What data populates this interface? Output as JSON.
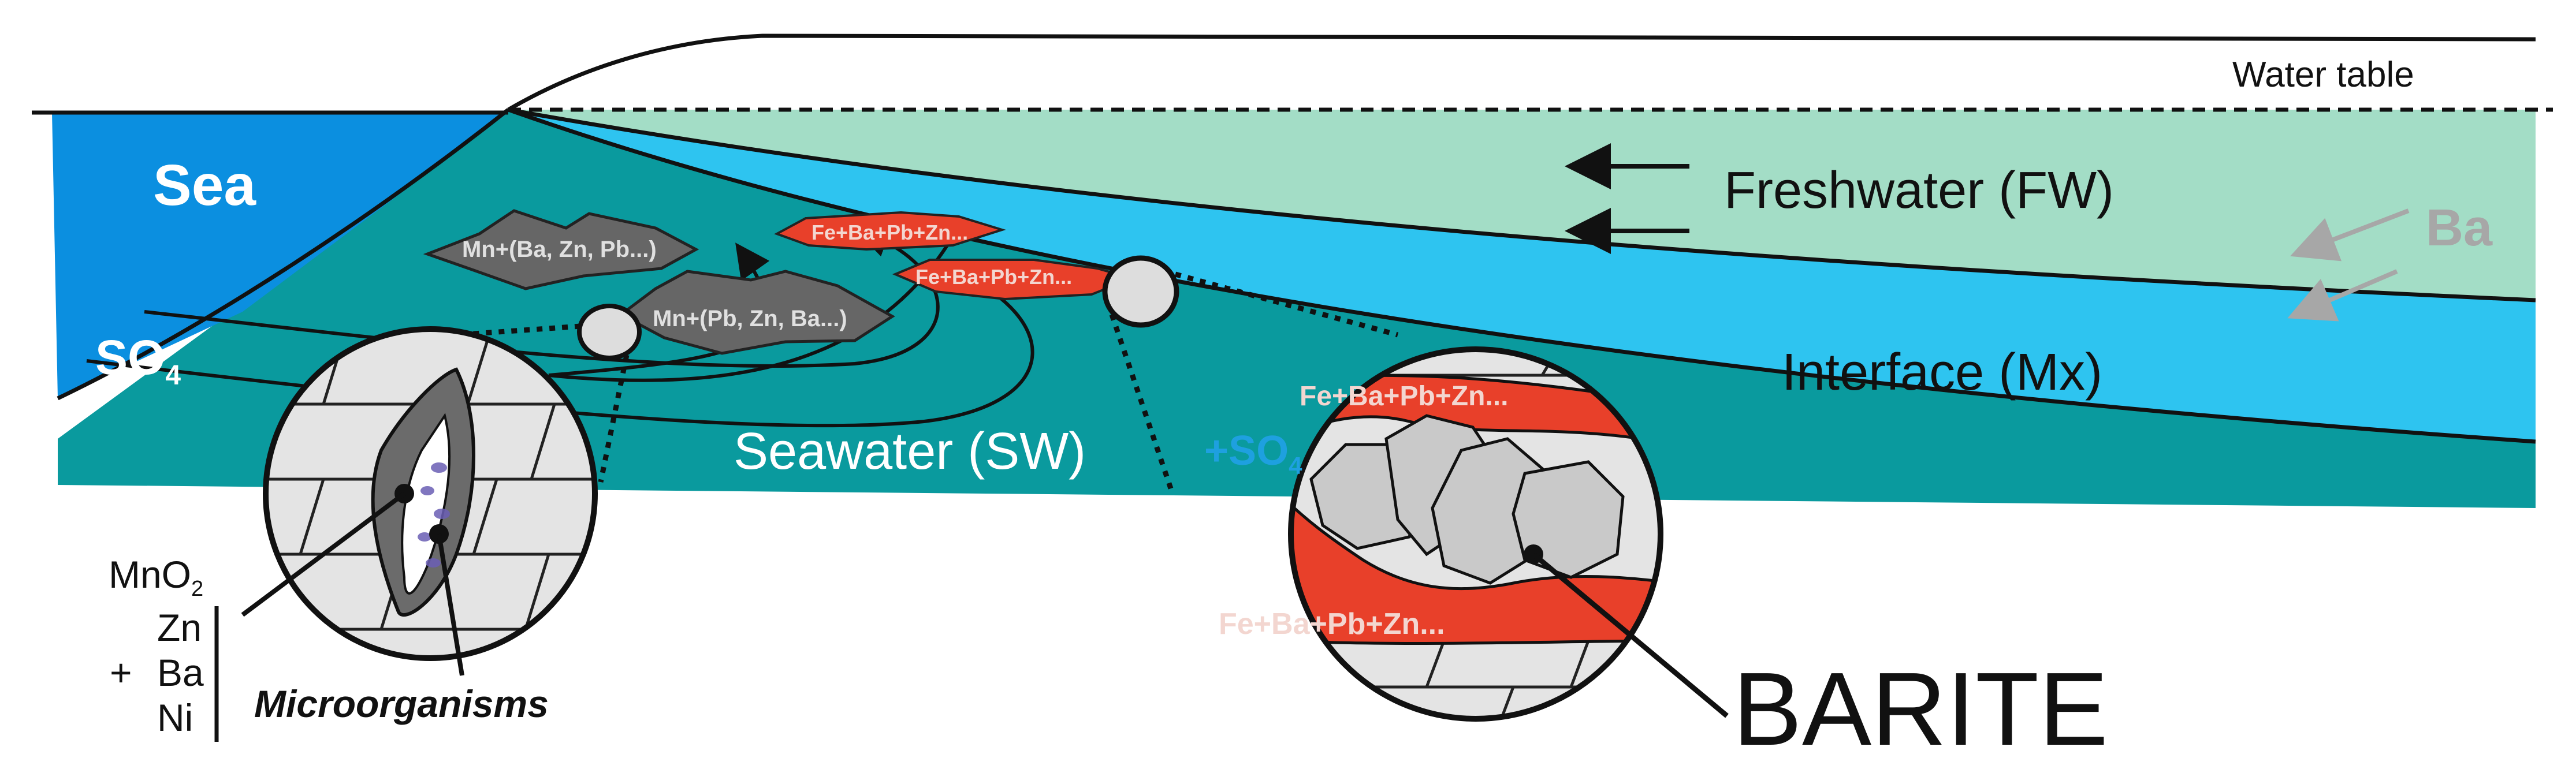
{
  "labels": {
    "water_table": "Water table",
    "sea": "Sea",
    "so4_main": "SO",
    "so4_main_sub": "4",
    "freshwater": "Freshwater (FW)",
    "ba": "Ba",
    "interface": "Interface (Mx)",
    "seawater": "Seawater (SW)",
    "mn_upper": "Mn+(Ba, Zn, Pb...)",
    "mn_lower": "Mn+(Pb, Zn, Ba...)",
    "fe_upper": "Fe+Ba+Pb+Zn...",
    "fe_lower": "Fe+Ba+Pb+Zn...",
    "mno2": "MnO",
    "mno2_sub": "2",
    "zn": "Zn",
    "plus": "+",
    "ba_list": "Ba",
    "ni": "Ni",
    "microorganisms": "Microorganisms",
    "fe_bubble_top": "Fe+Ba+Pb+Zn...",
    "fe_bubble_bottom": "Fe+Ba+Pb+Zn...",
    "so4_bubble": "+SO",
    "so4_bubble_sub": "4",
    "barite": "BARITE"
  },
  "colors": {
    "sea": "#0b8fe0",
    "seawater": "#0a9a9e",
    "interface": "#2ec4f0",
    "freshwater": "#a3ddc6",
    "mn_lens": "#666666",
    "fe_lens": "#e8402a",
    "crystal": "#c9c9c9",
    "ba_arrow": "#a7a7a7",
    "so4_bubble": "#1ea0e0"
  }
}
